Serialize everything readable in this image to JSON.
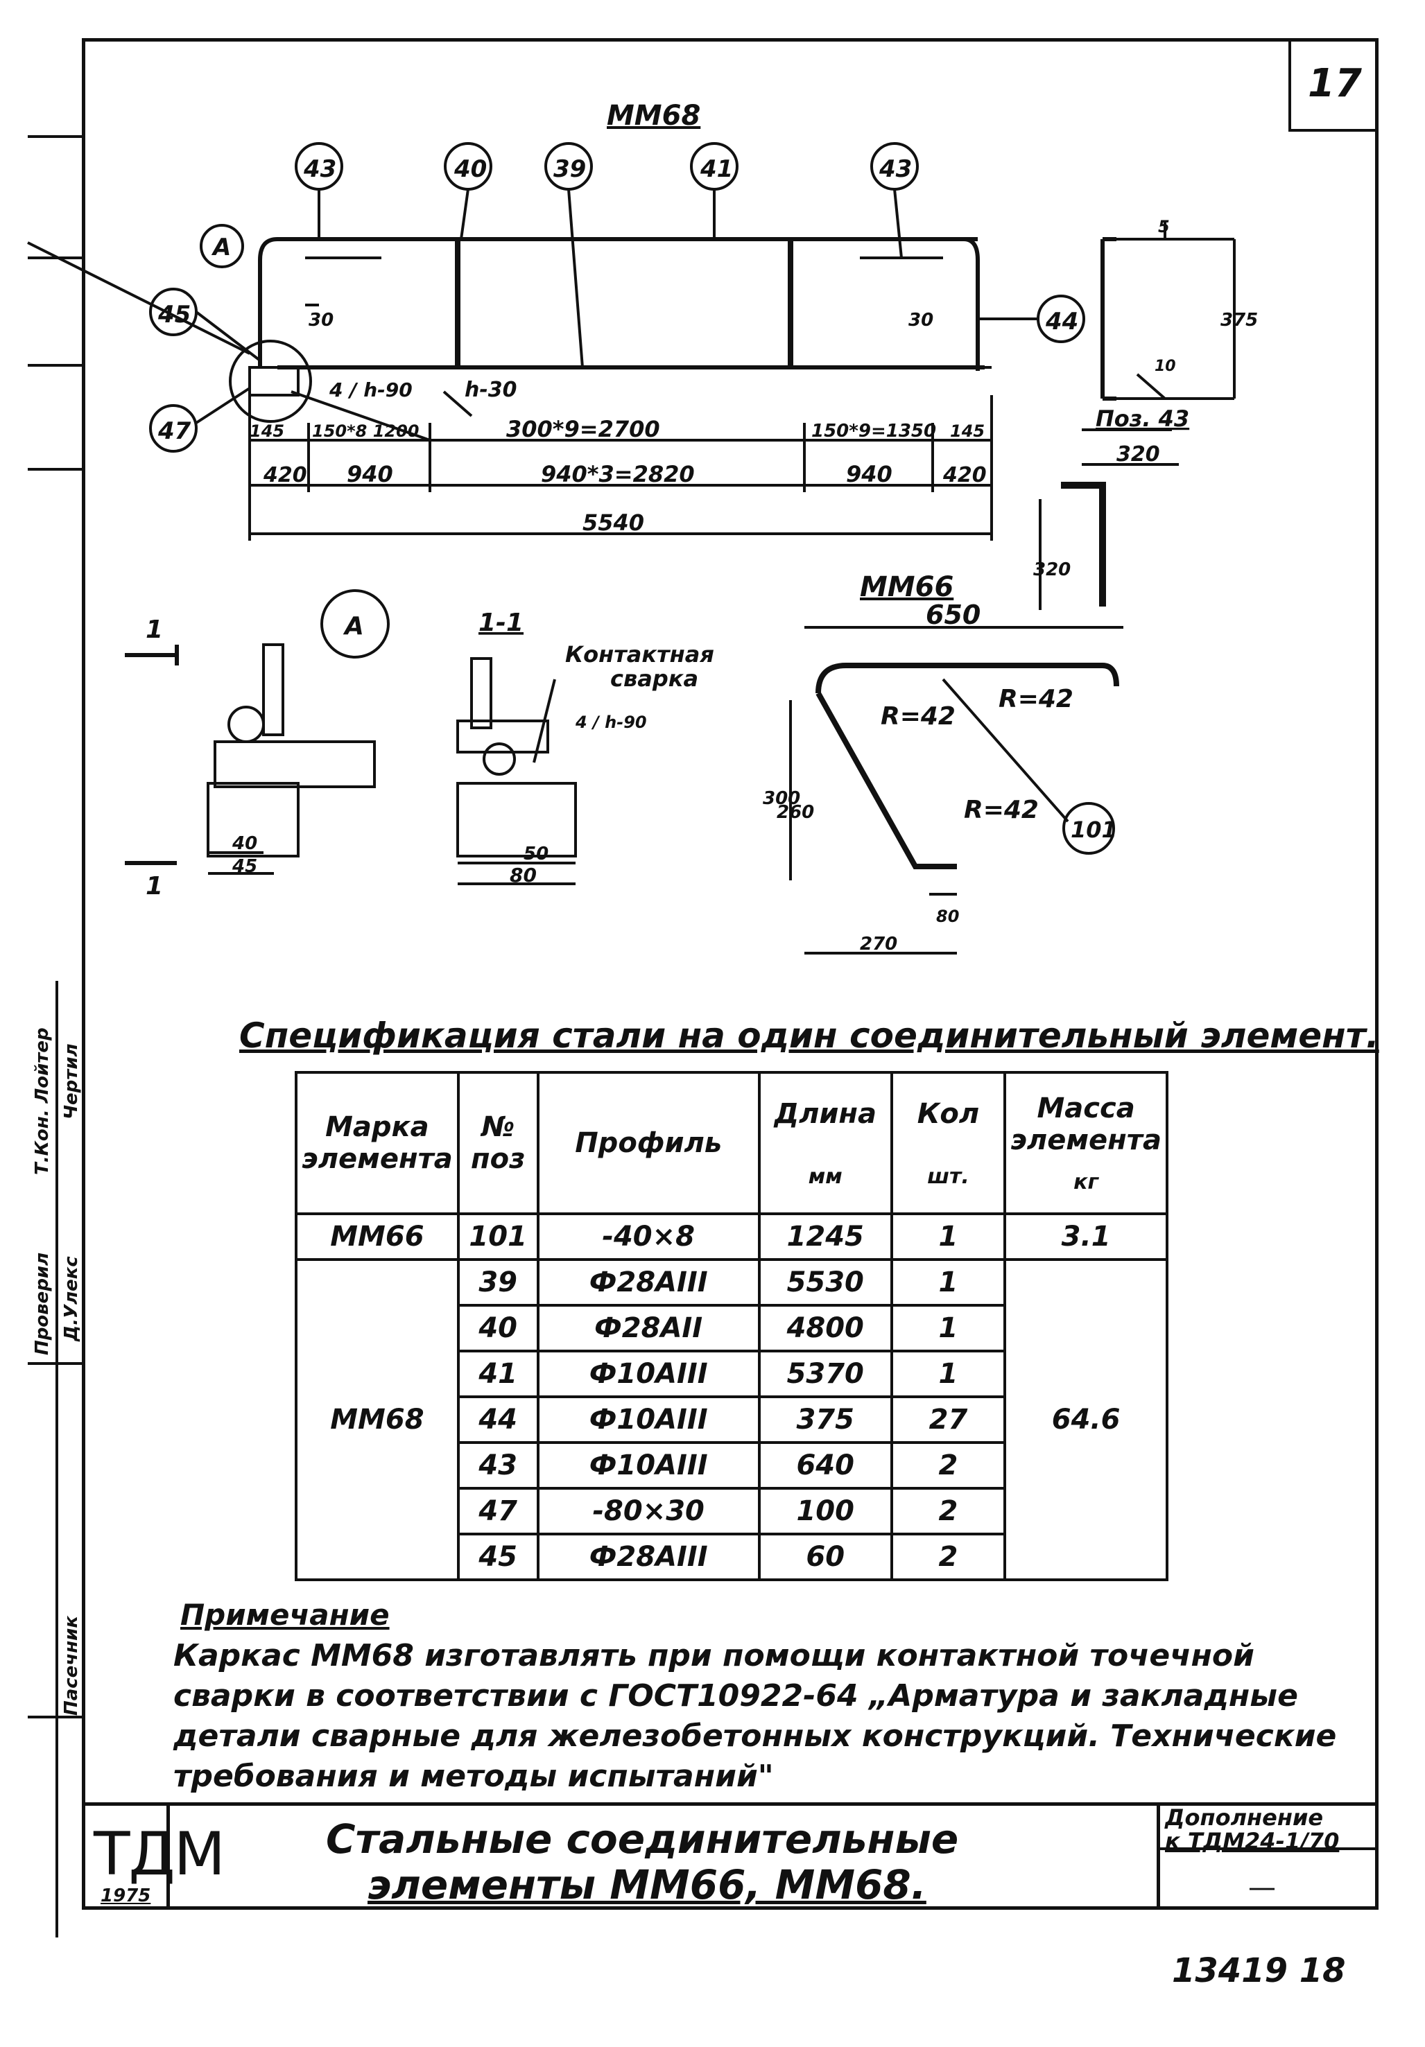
{
  "sheet_number": "17",
  "drawing": {
    "top_title": "ММ68",
    "callouts_top": [
      "43",
      "40",
      "39",
      "41",
      "43"
    ],
    "callout_a": "А",
    "callout_45": "45",
    "callout_47": "47",
    "callout_44": "44",
    "dim_30_left": "30",
    "dim_30_right": "30",
    "dim_weld_left": "4 / h-90",
    "dim_weld_mid": "h-30",
    "dim_row1": [
      "145",
      "150*8 1200",
      "300*9=2700",
      "150*9=1350",
      "145"
    ],
    "dim_row2": [
      "420",
      "940",
      "940*3=2820",
      "940",
      "420"
    ],
    "dim_total": "5540",
    "pos43_label": "Поз. 43",
    "pos43_dims": [
      "5",
      "375",
      "10"
    ],
    "pos43_bottom_dims": [
      "320",
      "320"
    ],
    "mm66_title": "ММ66",
    "mm66_width": "650",
    "mm66_radii": [
      "R=42",
      "R=42",
      "R=42"
    ],
    "mm66_callout": "101",
    "mm66_height_dims": [
      "300",
      "260"
    ],
    "mm66_bottom_dims": [
      "80",
      "270"
    ],
    "detail_a_label": "А",
    "detail_section_marks": [
      "1",
      "1"
    ],
    "detail_a_dims": [
      "40",
      "45"
    ],
    "section_title": "1-1",
    "section_note": [
      "Контактная",
      "сварка"
    ],
    "section_weld": "4 / h-90",
    "section_dims": [
      "50",
      "80"
    ]
  },
  "spec": {
    "title": "Спецификация стали на один соединительный элемент.",
    "headers": {
      "mark": "Марка элемента",
      "pos": "№ поз",
      "profile": "Профиль",
      "length": "Длина",
      "length_unit": "мм",
      "qty": "Кол",
      "qty_unit": "шт.",
      "mass": "Масса элемента",
      "mass_unit": "кг"
    },
    "rows": [
      {
        "mark": "ММ66",
        "pos": "101",
        "profile": "-40×8",
        "length": "1245",
        "qty": "1",
        "mass": "3.1"
      },
      {
        "mark": "ММ68",
        "pos": "39",
        "profile": "Ф28АIII",
        "length": "5530",
        "qty": "1",
        "mass": "64.6"
      },
      {
        "mark": "",
        "pos": "40",
        "profile": "Ф28АII",
        "length": "4800",
        "qty": "1",
        "mass": ""
      },
      {
        "mark": "",
        "pos": "41",
        "profile": "Ф10АIII",
        "length": "5370",
        "qty": "1",
        "mass": ""
      },
      {
        "mark": "",
        "pos": "44",
        "profile": "Ф10АIII",
        "length": "375",
        "qty": "27",
        "mass": ""
      },
      {
        "mark": "",
        "pos": "43",
        "profile": "Ф10АIII",
        "length": "640",
        "qty": "2",
        "mass": ""
      },
      {
        "mark": "",
        "pos": "47",
        "profile": "-80×30",
        "length": "100",
        "qty": "2",
        "mass": ""
      },
      {
        "mark": "",
        "pos": "45",
        "profile": "Ф28АIII",
        "length": "60",
        "qty": "2",
        "mass": ""
      }
    ]
  },
  "note": {
    "title": "Примечание",
    "text": "Каркас ММ68 изготавлять при помощи контактной точечной сварки в соответствии с ГОСТ10922-64 „Арматура и закладные детали сварные для железобетонных конструкций. Технические требования и методы испытаний\""
  },
  "title_block": {
    "logo": "ТДМ",
    "year": "1975",
    "title_line1": "Стальные соединительные",
    "title_line2": "элементы ММ66, ММ68.",
    "supplement_line1": "Дополнение",
    "supplement_line2": "к ТДМ24-1/70",
    "dash": "—"
  },
  "bottom_number": "13419 18",
  "left_strip": {
    "text1": "Проверил",
    "text2": "Т.Кон. Лойтер",
    "text3": "Чертил",
    "text4": "Д.Улекс",
    "text5": "Пасечник"
  }
}
